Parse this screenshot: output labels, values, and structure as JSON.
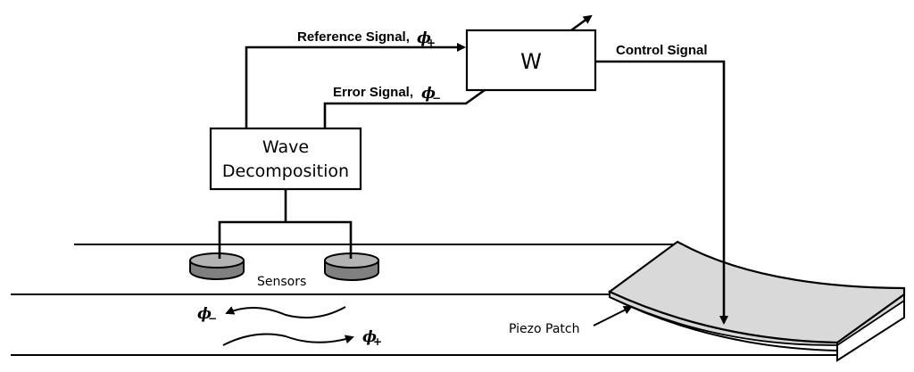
{
  "diagram": {
    "blocks": {
      "adaptive_filter": "W",
      "wave_decomposition_line1": "Wave",
      "wave_decomposition_line2": "Decomposition"
    },
    "signals": {
      "reference": "Reference Signal,",
      "reference_symbol": "ϕ",
      "reference_sub": "+",
      "error": "Error Signal,",
      "error_symbol": "ϕ",
      "error_sub": "−",
      "control": "Control Signal"
    },
    "labels": {
      "sensors": "Sensors",
      "piezo_patch": "Piezo Patch"
    },
    "waves": {
      "backward_symbol": "ϕ",
      "backward_sub": "−",
      "forward_symbol": "ϕ",
      "forward_sub": "+"
    },
    "colors": {
      "line": "#000000",
      "sensor_top": "#b3b3b3",
      "sensor_side": "#808080",
      "piezo_fill": "#d9d9d9",
      "background": "#ffffff"
    }
  }
}
